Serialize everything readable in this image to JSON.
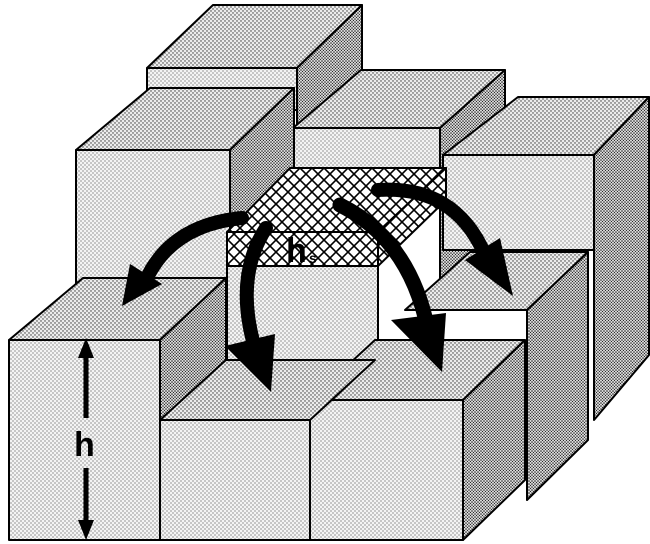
{
  "labels": {
    "step_height": "h",
    "step_height_sub": "h",
    "step_height_sub_index": "s"
  },
  "colors": {
    "outline": "#000000",
    "face_fill": "#e8e8e8",
    "hatch_fill": "#ffffff",
    "arrow": "#000000"
  }
}
